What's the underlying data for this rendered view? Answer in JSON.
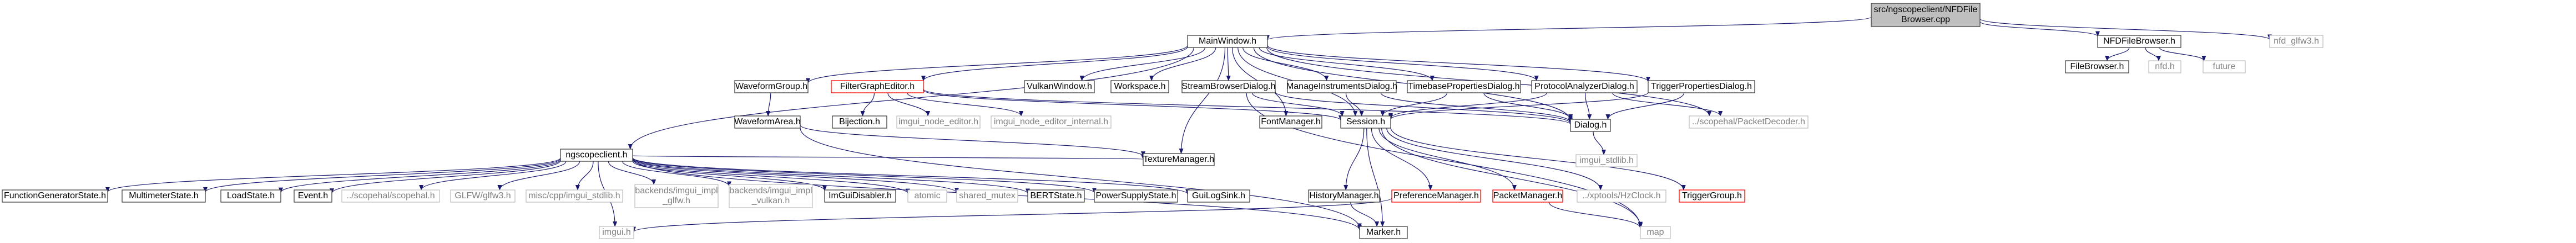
{
  "diagram": {
    "type": "include-dependency-graph",
    "colors": {
      "edge": "#191970",
      "edge_light": "#9a9ab0",
      "focus_fill": "#bfbfbf",
      "focus_stroke": "#404040",
      "doc_stroke": "#404040",
      "undoc_stroke": "#bfbfbf",
      "red_stroke": "#ff0000",
      "text": "#000000",
      "undoc_text": "#808080"
    },
    "nodes": [
      {
        "id": "root",
        "lines": [
          "src/ngscopeclient/NFDFile",
          "Browser.cpp"
        ],
        "style": "focus"
      },
      {
        "id": "mainwindow",
        "lines": [
          "MainWindow.h"
        ],
        "style": "doc"
      },
      {
        "id": "nfdfilebrowser",
        "lines": [
          "NFDFileBrowser.h"
        ],
        "style": "doc"
      },
      {
        "id": "nfd_glfw3",
        "lines": [
          "nfd_glfw3.h"
        ],
        "style": "undoc"
      },
      {
        "id": "ngscopeclient",
        "lines": [
          "ngscopeclient.h"
        ],
        "style": "doc"
      },
      {
        "id": "waveformgroup",
        "lines": [
          "WaveformGroup.h"
        ],
        "style": "doc"
      },
      {
        "id": "filtergrapheditor",
        "lines": [
          "FilterGraphEditor.h"
        ],
        "style": "red"
      },
      {
        "id": "vulkanwindow",
        "lines": [
          "VulkanWindow.h"
        ],
        "style": "doc"
      },
      {
        "id": "workspace",
        "lines": [
          "Workspace.h"
        ],
        "style": "doc"
      },
      {
        "id": "streambrowser",
        "lines": [
          "StreamBrowserDialog.h"
        ],
        "style": "doc"
      },
      {
        "id": "manageinstruments",
        "lines": [
          "ManageInstrumentsDialog.h"
        ],
        "style": "doc"
      },
      {
        "id": "timebaseproperties",
        "lines": [
          "TimebasePropertiesDialog.h"
        ],
        "style": "doc"
      },
      {
        "id": "protocolanalyzer",
        "lines": [
          "ProtocolAnalyzerDialog.h"
        ],
        "style": "doc"
      },
      {
        "id": "triggerproperties",
        "lines": [
          "TriggerPropertiesDialog.h"
        ],
        "style": "doc"
      },
      {
        "id": "filebrowser",
        "lines": [
          "FileBrowser.h"
        ],
        "style": "doc"
      },
      {
        "id": "nfd",
        "lines": [
          "nfd.h"
        ],
        "style": "undoc"
      },
      {
        "id": "future",
        "lines": [
          "future"
        ],
        "style": "undoc"
      },
      {
        "id": "waveformarea",
        "lines": [
          "WaveformArea.h"
        ],
        "style": "doc"
      },
      {
        "id": "bijection",
        "lines": [
          "Bijection.h"
        ],
        "style": "doc"
      },
      {
        "id": "imgui_node_editor",
        "lines": [
          "imgui_node_editor.h"
        ],
        "style": "undoc"
      },
      {
        "id": "imgui_node_editor_internal",
        "lines": [
          "imgui_node_editor_internal.h"
        ],
        "style": "undoc"
      },
      {
        "id": "fontmanager",
        "lines": [
          "FontManager.h"
        ],
        "style": "doc"
      },
      {
        "id": "session",
        "lines": [
          "Session.h"
        ],
        "style": "doc"
      },
      {
        "id": "dialog",
        "lines": [
          "Dialog.h"
        ],
        "style": "doc"
      },
      {
        "id": "packetdecoder",
        "lines": [
          "../scopehal/PacketDecoder.h"
        ],
        "style": "undoc"
      },
      {
        "id": "functiongenstate",
        "lines": [
          "FunctionGeneratorState.h"
        ],
        "style": "doc"
      },
      {
        "id": "multimeterstate",
        "lines": [
          "MultimeterState.h"
        ],
        "style": "doc"
      },
      {
        "id": "loadstate",
        "lines": [
          "LoadState.h"
        ],
        "style": "doc"
      },
      {
        "id": "event",
        "lines": [
          "Event.h"
        ],
        "style": "doc"
      },
      {
        "id": "scopehal",
        "lines": [
          "../scopehal/scopehal.h"
        ],
        "style": "undoc"
      },
      {
        "id": "glfw3",
        "lines": [
          "GLFW/glfw3.h"
        ],
        "style": "undoc"
      },
      {
        "id": "misc_stdlib",
        "lines": [
          "misc/cpp/imgui_stdlib.h"
        ],
        "style": "undoc"
      },
      {
        "id": "impl_glfw",
        "lines": [
          "backends/imgui_impl",
          "_glfw.h"
        ],
        "style": "undoc"
      },
      {
        "id": "impl_vulkan",
        "lines": [
          "backends/imgui_impl",
          "_vulkan.h"
        ],
        "style": "undoc"
      },
      {
        "id": "imguidisabler",
        "lines": [
          "ImGuiDisabler.h"
        ],
        "style": "doc"
      },
      {
        "id": "atomic",
        "lines": [
          "atomic"
        ],
        "style": "undoc"
      },
      {
        "id": "shared_mutex",
        "lines": [
          "shared_mutex"
        ],
        "style": "undoc"
      },
      {
        "id": "bertstate",
        "lines": [
          "BERTState.h"
        ],
        "style": "doc"
      },
      {
        "id": "powersupplystate",
        "lines": [
          "PowerSupplyState.h"
        ],
        "style": "doc"
      },
      {
        "id": "guilogsink",
        "lines": [
          "GuiLogSink.h"
        ],
        "style": "doc"
      },
      {
        "id": "texturemanager",
        "lines": [
          "TextureManager.h"
        ],
        "style": "doc"
      },
      {
        "id": "historymanager",
        "lines": [
          "HistoryManager.h"
        ],
        "style": "doc"
      },
      {
        "id": "preferencemanager",
        "lines": [
          "PreferenceManager.h"
        ],
        "style": "red"
      },
      {
        "id": "packetmanager",
        "lines": [
          "PacketManager.h"
        ],
        "style": "red"
      },
      {
        "id": "hzclock",
        "lines": [
          "../xptools/HzClock.h"
        ],
        "style": "undoc"
      },
      {
        "id": "triggergroup",
        "lines": [
          "TriggerGroup.h"
        ],
        "style": "red"
      },
      {
        "id": "imgui_stdlib",
        "lines": [
          "imgui_stdlib.h"
        ],
        "style": "undoc"
      },
      {
        "id": "imgui",
        "lines": [
          "imgui.h"
        ],
        "style": "undoc"
      },
      {
        "id": "marker",
        "lines": [
          "Marker.h"
        ],
        "style": "doc"
      },
      {
        "id": "map",
        "lines": [
          "map"
        ],
        "style": "undoc"
      }
    ],
    "edges": [
      [
        "root",
        "mainwindow"
      ],
      [
        "root",
        "nfdfilebrowser"
      ],
      [
        "root",
        "nfd_glfw3"
      ],
      [
        "nfdfilebrowser",
        "filebrowser"
      ],
      [
        "nfdfilebrowser",
        "nfd"
      ],
      [
        "nfdfilebrowser",
        "future"
      ],
      [
        "mainwindow",
        "ngscopeclient"
      ],
      [
        "mainwindow",
        "waveformgroup"
      ],
      [
        "mainwindow",
        "filtergrapheditor"
      ],
      [
        "mainwindow",
        "vulkanwindow"
      ],
      [
        "mainwindow",
        "workspace"
      ],
      [
        "mainwindow",
        "streambrowser"
      ],
      [
        "mainwindow",
        "manageinstruments"
      ],
      [
        "mainwindow",
        "timebaseproperties"
      ],
      [
        "mainwindow",
        "protocolanalyzer"
      ],
      [
        "mainwindow",
        "triggerproperties"
      ],
      [
        "mainwindow",
        "texturemanager"
      ],
      [
        "mainwindow",
        "fontmanager"
      ],
      [
        "mainwindow",
        "session"
      ],
      [
        "mainwindow",
        "dialog"
      ],
      [
        "mainwindow",
        "packetdecoder"
      ],
      [
        "waveformgroup",
        "waveformarea"
      ],
      [
        "waveformarea",
        "texturemanager"
      ],
      [
        "waveformarea",
        "marker"
      ],
      [
        "filtergrapheditor",
        "bijection"
      ],
      [
        "filtergrapheditor",
        "imgui_node_editor"
      ],
      [
        "filtergrapheditor",
        "imgui_node_editor_internal"
      ],
      [
        "filtergrapheditor",
        "session"
      ],
      [
        "filtergrapheditor",
        "dialog"
      ],
      [
        "streambrowser",
        "session"
      ],
      [
        "streambrowser",
        "dialog"
      ],
      [
        "streambrowser",
        "map"
      ],
      [
        "manageinstruments",
        "session"
      ],
      [
        "manageinstruments",
        "dialog"
      ],
      [
        "timebaseproperties",
        "session"
      ],
      [
        "timebaseproperties",
        "dialog"
      ],
      [
        "protocolanalyzer",
        "dialog"
      ],
      [
        "protocolanalyzer",
        "session"
      ],
      [
        "protocolanalyzer",
        "packetdecoder"
      ],
      [
        "triggerproperties",
        "dialog"
      ],
      [
        "triggerproperties",
        "session"
      ],
      [
        "dialog",
        "imgui_stdlib"
      ],
      [
        "session",
        "historymanager"
      ],
      [
        "session",
        "preferencemanager"
      ],
      [
        "session",
        "packetmanager"
      ],
      [
        "session",
        "hzclock"
      ],
      [
        "session",
        "triggergroup"
      ],
      [
        "session",
        "marker"
      ],
      [
        "session",
        "map"
      ],
      [
        "historymanager",
        "marker"
      ],
      [
        "preferencemanager",
        "imgui"
      ],
      [
        "packetmanager",
        "map"
      ],
      [
        "ngscopeclient",
        "functiongenstate"
      ],
      [
        "ngscopeclient",
        "multimeterstate"
      ],
      [
        "ngscopeclient",
        "loadstate"
      ],
      [
        "ngscopeclient",
        "event"
      ],
      [
        "ngscopeclient",
        "scopehal"
      ],
      [
        "ngscopeclient",
        "glfw3"
      ],
      [
        "ngscopeclient",
        "misc_stdlib"
      ],
      [
        "ngscopeclient",
        "impl_glfw"
      ],
      [
        "ngscopeclient",
        "impl_vulkan"
      ],
      [
        "ngscopeclient",
        "imguidisabler"
      ],
      [
        "ngscopeclient",
        "atomic"
      ],
      [
        "ngscopeclient",
        "shared_mutex"
      ],
      [
        "ngscopeclient",
        "bertstate"
      ],
      [
        "ngscopeclient",
        "powersupplystate"
      ],
      [
        "ngscopeclient",
        "guilogsink"
      ],
      [
        "ngscopeclient",
        "imgui"
      ],
      [
        "ngscopeclient",
        "texturemanager"
      ],
      [
        "ngscopeclient",
        "marker"
      ]
    ]
  }
}
